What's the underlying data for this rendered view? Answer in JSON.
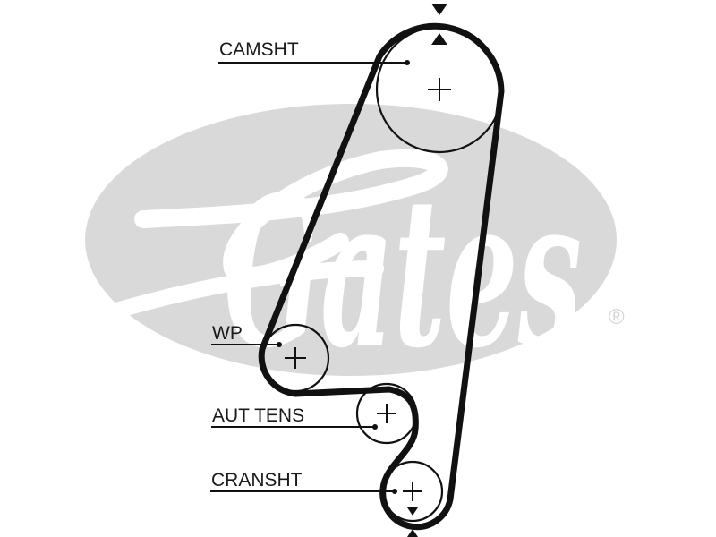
{
  "diagram": {
    "title": "Timing belt routing diagram",
    "brand": {
      "name": "Gates",
      "registered_mark": "®",
      "logo_color": "#d9d9d9"
    },
    "belt_color": "#111111",
    "pulleys": [
      {
        "id": "camshaft",
        "label": "CAMSHT",
        "timing_mark": "top"
      },
      {
        "id": "water-pump",
        "label": "WP",
        "timing_mark": "none"
      },
      {
        "id": "auto-tensioner",
        "label": "AUT TENS",
        "timing_mark": "none"
      },
      {
        "id": "crankshaft",
        "label": "CRANSHT",
        "timing_mark": "bottom"
      }
    ]
  }
}
